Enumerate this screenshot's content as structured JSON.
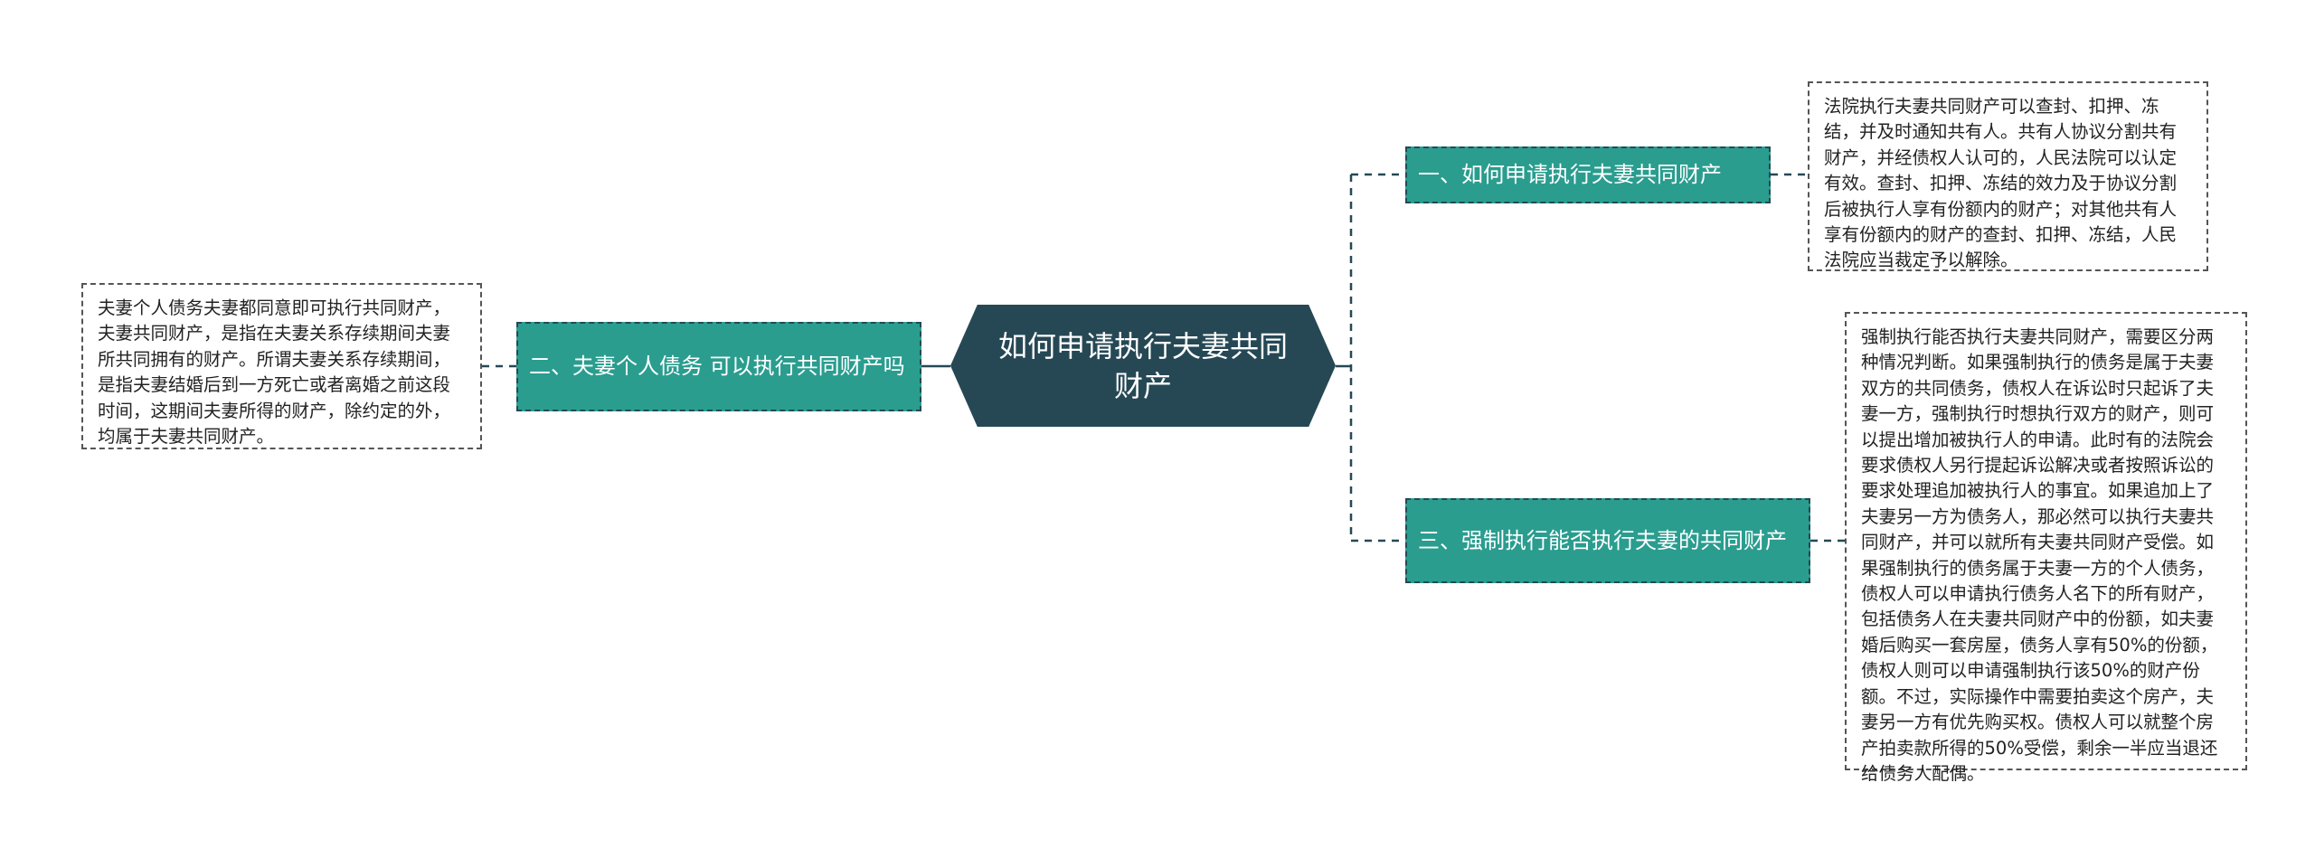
{
  "root": {
    "label": "如何申请执行夫妻共同财产"
  },
  "branches": [
    {
      "label": "一、如何申请执行夫妻共同财产",
      "detail": "法院执行夫妻共同财产可以查封、扣押、冻结，并及时通知共有人。共有人协议分割共有财产，并经债权人认可的，人民法院可以认定有效。查封、扣押、冻结的效力及于协议分割后被执行人享有份额内的财产；对其他共有人享有份额内的财产的查封、扣押、冻结，人民法院应当裁定予以解除。"
    },
    {
      "label": "二、夫妻个人债务 可以执行共同财产吗",
      "detail": "夫妻个人债务夫妻都同意即可执行共同财产，夫妻共同财产，是指在夫妻关系存续期间夫妻所共同拥有的财产。所谓夫妻关系存续期间，是指夫妻结婚后到一方死亡或者离婚之前这段时间，这期间夫妻所得的财产，除约定的外，均属于夫妻共同财产。"
    },
    {
      "label": "三、强制执行能否执行夫妻的共同财产",
      "detail": "强制执行能否执行夫妻共同财产，需要区分两种情况判断。如果强制执行的债务是属于夫妻双方的共同债务，债权人在诉讼时只起诉了夫妻一方，强制执行时想执行双方的财产，则可以提出增加被执行人的申请。此时有的法院会要求债权人另行提起诉讼解决或者按照诉讼的要求处理追加被执行人的事宜。如果追加上了夫妻另一方为债务人，那必然可以执行夫妻共同财产，并可以就所有夫妻共同财产受偿。如果强制执行的债务属于夫妻一方的个人债务，债权人可以申请执行债务人名下的所有财产，包括债务人在夫妻共同财产中的份额，如夫妻婚后购买一套房屋，债务人享有50%的份额，债权人则可以申请强制执行该50%的财产份额。不过，实际操作中需要拍卖这个房产，夫妻另一方有优先购买权。债权人可以就整个房产拍卖款所得的50%受偿，剩余一半应当退还给债务人配偶。"
    }
  ],
  "colors": {
    "root": "#264855",
    "branch": "#2a9d8f",
    "line": "#264855"
  }
}
